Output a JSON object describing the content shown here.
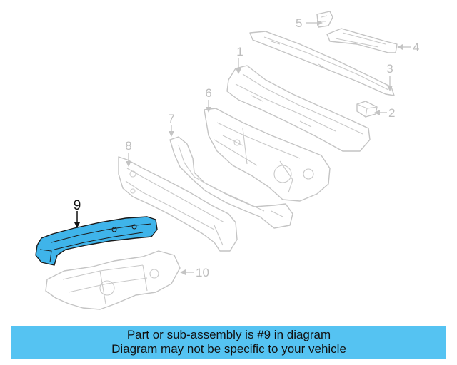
{
  "diagram": {
    "callouts": [
      "1",
      "2",
      "3",
      "4",
      "5",
      "6",
      "7",
      "8",
      "9",
      "10"
    ],
    "highlight_part": "9",
    "colors": {
      "highlight_fill": "#3fb4ea",
      "outline": "#c4c4c4",
      "caption_bg": "#55c3f2"
    }
  },
  "caption": {
    "line1": "Part or sub-assembly is #9 in diagram",
    "line2": "Diagram may not be specific to your vehicle"
  }
}
